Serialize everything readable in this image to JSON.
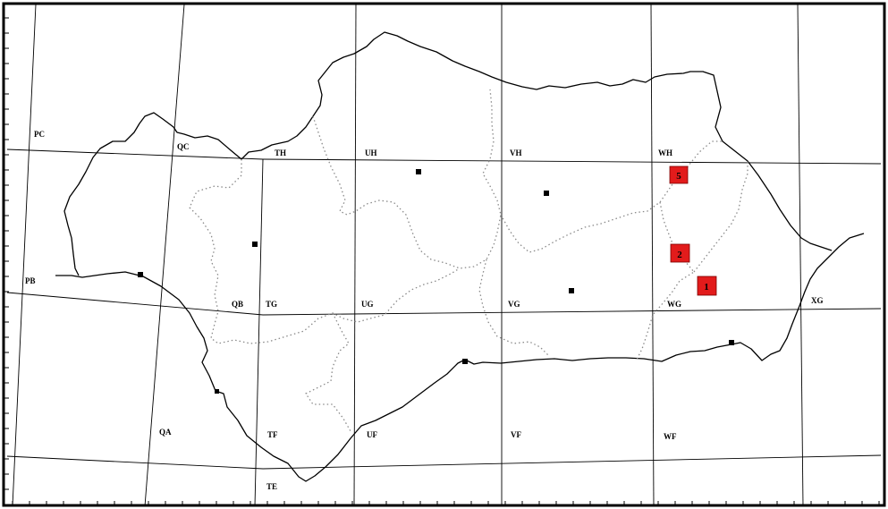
{
  "grid_labels": [
    "PC",
    "QC",
    "TH",
    "UH",
    "VH",
    "WH",
    "PB",
    "QB",
    "TG",
    "UG",
    "VG",
    "WG",
    "XG",
    "QA",
    "TF",
    "UF",
    "VF",
    "WF",
    "TE"
  ],
  "markers": [
    {
      "label": "5"
    },
    {
      "label": "2"
    },
    {
      "label": "1"
    }
  ],
  "colors": {
    "frame": "#000000",
    "grid": "#000000",
    "coast": "#000000",
    "province_border": "#8a8a8a",
    "city_dot": "#000000",
    "marker_fill": "#e21b1b",
    "marker_text": "#000000",
    "background": "#ffffff"
  }
}
